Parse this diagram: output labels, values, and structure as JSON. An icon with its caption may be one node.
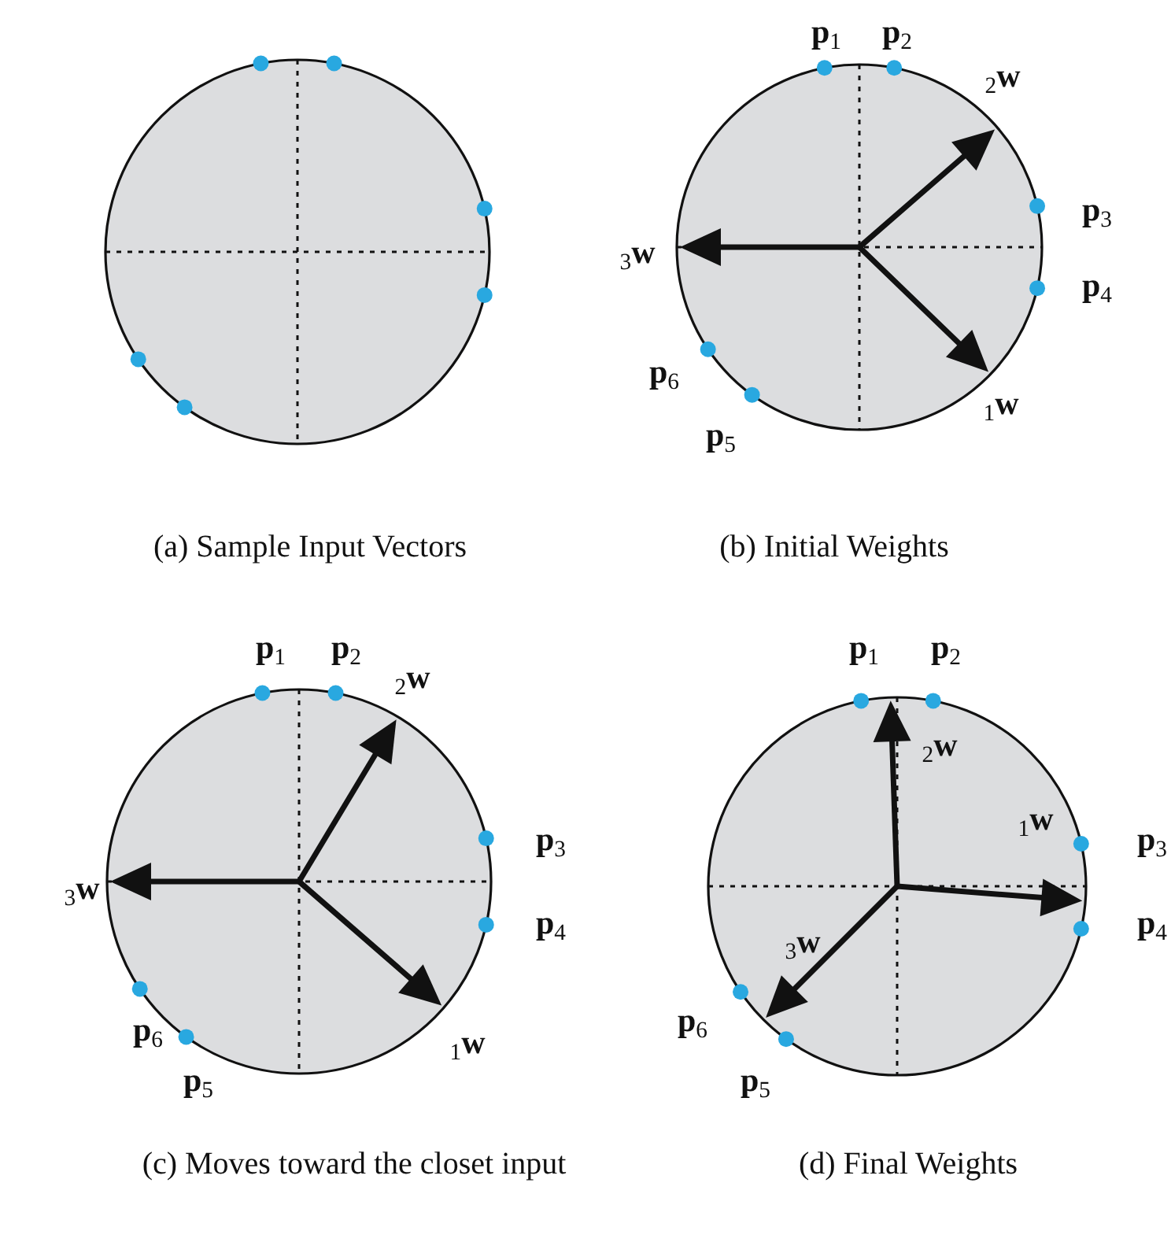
{
  "diagram": {
    "labels": [
      "**p**$_{1}$",
      "**p**$_{2}$",
      "$_{2}$**w**",
      "**p**$_{3}$",
      "$_{3}$**w**",
      "**p**$_{4}$",
      "**p**$_{6}$",
      "$_{1}$**w**",
      "**p**$_{5}$",
      "(a) Sample Input Vectors",
      "(b) Initial Weights",
      "**p**$_{1}$",
      "**p**$_{2}$",
      "$_{2}$**w**",
      "**p**$_{3}$",
      "$_{3}$**w**",
      "**p**$_{4}$",
      "**p**$_{6}$",
      "$_{1}$**w**",
      "**p**$_{5}$",
      "**p**$_{1}$",
      "**p**$_{2}$",
      "$_{2}$**w**",
      "**p**$_{3}$",
      "$_{1}$**w**",
      "**p**$_{4}$",
      "$_{3}$**w**",
      "**p**$_{6}$",
      "**p**$_{5}$",
      "(c) Moves toward the closet input",
      "(d) Final Weights"
    ]
  }
}
